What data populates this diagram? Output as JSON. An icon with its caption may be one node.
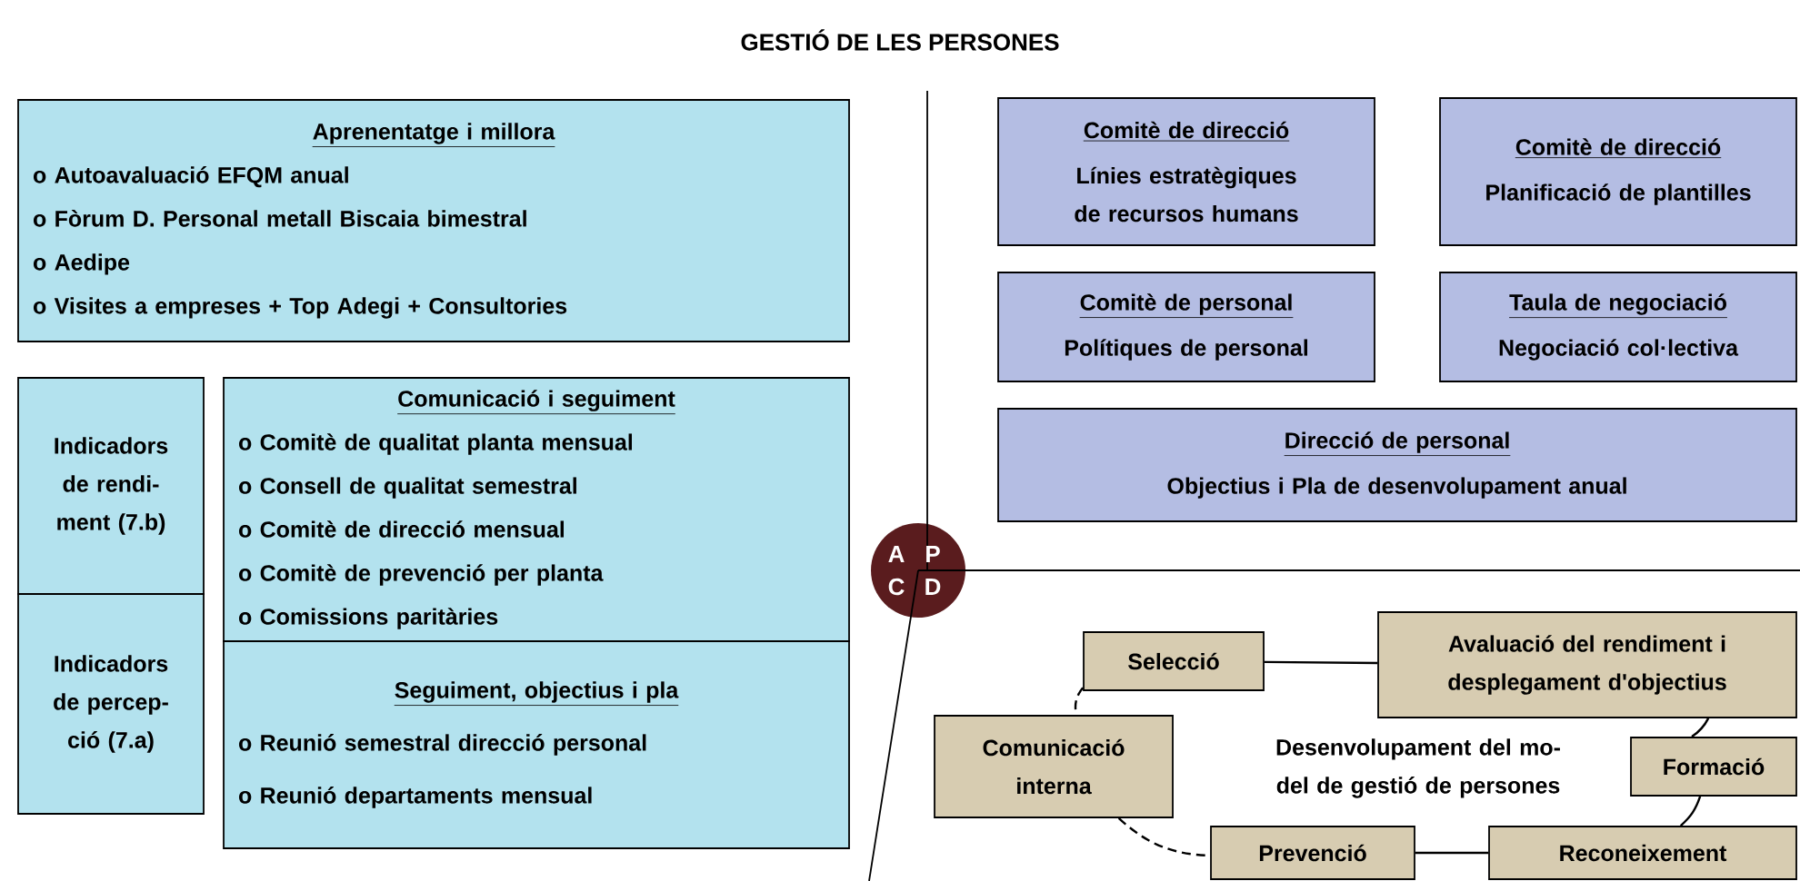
{
  "diagram": {
    "title": "GESTIÓ DE LES PERSONES",
    "nodes": [
      {
        "text": [
          "Aprenentatge i millora",
          "o Autoavaluació EFQM anual",
          "o Fòrum D. Personal metall Biscaia bimestral",
          "o Aedipe",
          "o Visites a empreses + Top Adegi + Consultories"
        ]
      },
      {
        "text": [
          "Indicadors de rendi- ment (7.b)"
        ]
      },
      {
        "text": [
          "Comunicació i seguiment",
          "o Comitè de qualitat planta mensual",
          "o Consell de qualitat semestral",
          "o Comitè de direcció mensual",
          "o Comitè de prevenció per planta",
          "o Comissions paritàries"
        ]
      },
      {
        "text": [
          "Indicadors de percep- ció (7.a)"
        ]
      },
      {
        "text": [
          "Seguiment, objectius i pla",
          "o Reunió semestral direcció personal",
          "o Reunió departaments mensual"
        ]
      },
      {
        "text": [
          "Comitè de direcció",
          "Línies estratègiques de recursos humans"
        ]
      },
      {
        "text": [
          "Comitè de direcció",
          "Planificació de plantilles"
        ]
      },
      {
        "text": [
          "Comitè de personal",
          "Polítiques de personal"
        ]
      },
      {
        "text": [
          "Taula de negociació",
          "Negociació col·lectiva"
        ]
      },
      {
        "text": [
          "Direcció de personal",
          "Objectius i Pla de desenvolupament anual"
        ]
      },
      {
        "text": [
          "A",
          "P",
          "C",
          "D"
        ]
      },
      {
        "text": [
          "Selecció"
        ]
      },
      {
        "text": [
          "Avaluació del rendiment i desplegament d'objectius"
        ]
      },
      {
        "text": [
          "Comunicació interna"
        ]
      },
      {
        "text": [
          "Formació"
        ]
      },
      {
        "text": [
          "Prevenció"
        ]
      },
      {
        "text": [
          "Reconeixement"
        ]
      }
    ],
    "edges": [
      {
        "from": 12,
        "to": 11,
        "arrow": "none"
      },
      {
        "from": 11,
        "to": 13,
        "arrow": "none",
        "style": "dashed"
      },
      {
        "from": 13,
        "to": 15,
        "arrow": "none",
        "style": "dashed"
      },
      {
        "from": 15,
        "to": 16,
        "arrow": "none"
      },
      {
        "from": 16,
        "to": 14,
        "arrow": "none"
      },
      {
        "from": 14,
        "to": 12,
        "arrow": "none"
      }
    ],
    "labels": [
      "Desenvolupament del mo- del de gestió de persones"
    ]
  }
}
